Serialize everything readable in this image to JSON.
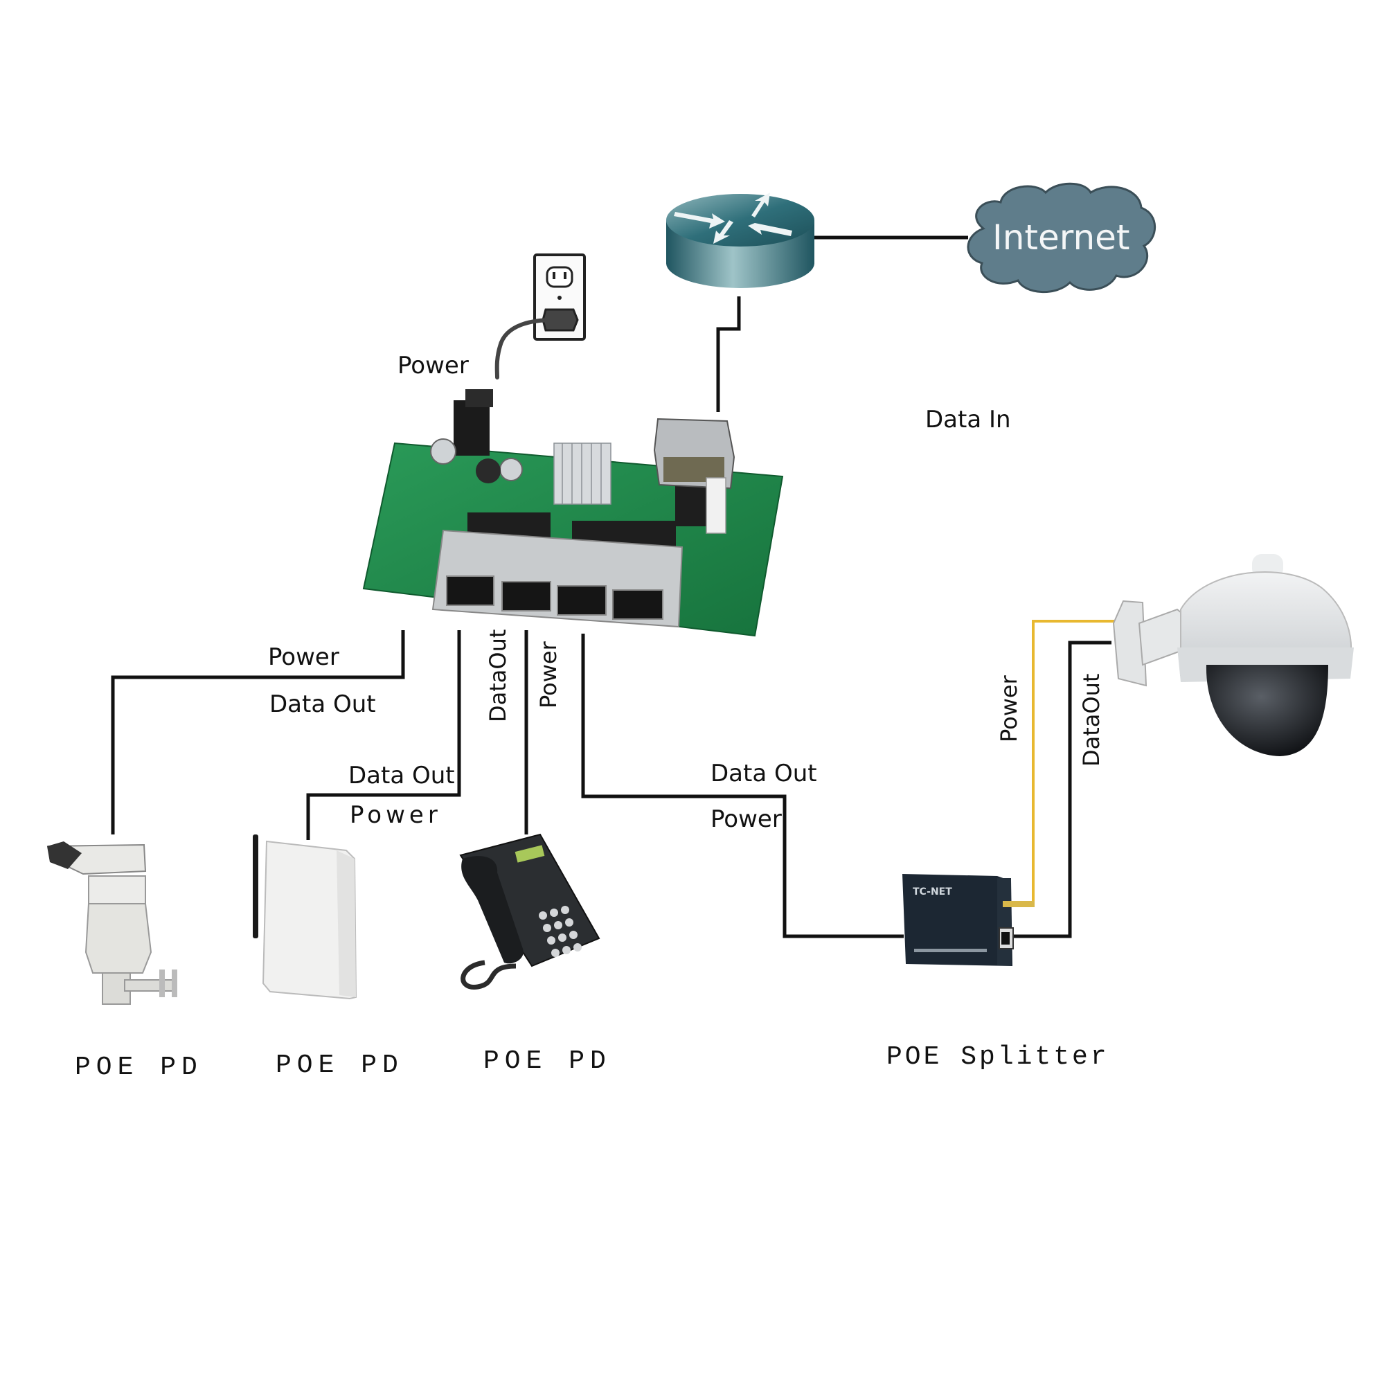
{
  "diagram": {
    "title": "PoE switch network topology",
    "colors": {
      "background": "#ffffff",
      "wire": "#111111",
      "power_wire_yellow": "#e8b830",
      "cloud_fill": "#5f7d8b",
      "cloud_text": "#f4f6f7",
      "router_fill": "#2f6f7a",
      "pcb_green": "#1f8a4c",
      "splitter_body": "#1c2733"
    },
    "nodes": {
      "internet": {
        "label": "Internet",
        "icon": "cloud-icon"
      },
      "router": {
        "label": "",
        "icon": "router-icon"
      },
      "outlet": {
        "label": "",
        "icon": "wall-outlet-icon"
      },
      "switch": {
        "label": "",
        "icon": "poe-switch-board-icon",
        "ports": 4
      },
      "device_1": {
        "caption": "POE PD",
        "icon": "ptz-camera-icon"
      },
      "device_2": {
        "caption": "POE PD",
        "icon": "wireless-access-point-icon"
      },
      "device_3": {
        "caption": "POE PD",
        "icon": "ip-phone-icon"
      },
      "splitter": {
        "caption": "POE Splitter",
        "icon": "poe-splitter-icon",
        "brand": "TC-NET"
      },
      "dome_camera": {
        "label": "",
        "icon": "dome-camera-icon"
      }
    },
    "labels": {
      "outlet_power": "Power",
      "data_in": "Data In",
      "d1_power": "Power",
      "d1_data": "Data Out",
      "d2_data": "Data Out",
      "d2_power": "Power",
      "d3_data_vertical": "DataOut",
      "d3_power_vertical": "Power",
      "sp_data": "Data Out",
      "sp_power": "Power",
      "cam_power_vertical": "Power",
      "cam_data_vertical": "DataOut"
    },
    "connections": [
      {
        "from": "router",
        "to": "internet",
        "type": "data"
      },
      {
        "from": "router",
        "to": "switch",
        "type": "data",
        "label": "Data In"
      },
      {
        "from": "outlet",
        "to": "switch",
        "type": "power",
        "label": "Power"
      },
      {
        "from": "switch",
        "to": "device_1",
        "type": "poe",
        "labels": [
          "Power",
          "Data Out"
        ]
      },
      {
        "from": "switch",
        "to": "device_2",
        "type": "poe",
        "labels": [
          "Data Out",
          "Power"
        ]
      },
      {
        "from": "switch",
        "to": "device_3",
        "type": "poe",
        "labels": [
          "DataOut",
          "Power"
        ]
      },
      {
        "from": "switch",
        "to": "splitter",
        "type": "poe",
        "labels": [
          "Data Out",
          "Power"
        ]
      },
      {
        "from": "splitter",
        "to": "dome_camera",
        "type": "power",
        "label": "Power"
      },
      {
        "from": "splitter",
        "to": "dome_camera",
        "type": "data",
        "label": "DataOut"
      }
    ]
  }
}
